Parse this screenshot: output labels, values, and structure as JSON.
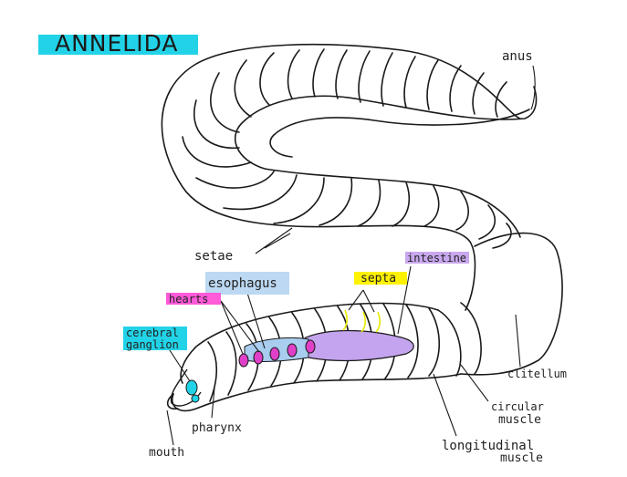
{
  "title": "ANNELIDA",
  "labels": {
    "anus": "anus",
    "setae": "setae",
    "septa": "septa",
    "intestine": "intestine",
    "esophagus": "esophagus",
    "hearts": "hearts",
    "cerebral_ganglion_1": "cerebral",
    "cerebral_ganglion_2": "ganglion",
    "clitellum": "clitellum",
    "circular_muscle_1": "circular",
    "circular_muscle_2": "muscle",
    "longitudinal_muscle_1": "longitudinal",
    "longitudinal_muscle_2": "muscle",
    "pharynx": "pharynx",
    "mouth": "mouth"
  },
  "colors": {
    "title_highlight": "#22d3e8",
    "cerebral_highlight": "#22d3e8",
    "esophagus_highlight": "#bcd8f2",
    "esophagus_fill": "#a8cdef",
    "hearts_highlight": "#ff5ad8",
    "hearts_fill": "#e040c8",
    "septa_highlight": "#fff200",
    "septa_line": "#e8e800",
    "intestine_highlight": "#c9a8ee",
    "intestine_fill": "#c4a4ee",
    "outline": "#1a1a1a"
  }
}
